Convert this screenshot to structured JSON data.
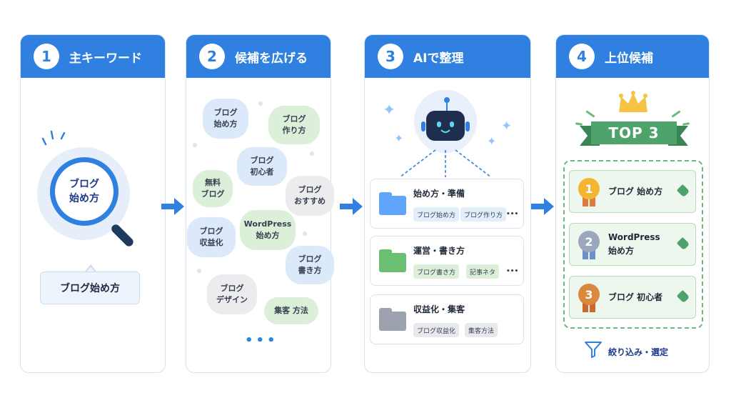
{
  "steps": [
    {
      "num": "1",
      "title": "主キーワード"
    },
    {
      "num": "2",
      "title": "候補を広げる"
    },
    {
      "num": "3",
      "title": "AIで整理"
    },
    {
      "num": "4",
      "title": "上位候補"
    }
  ],
  "step1": {
    "lens_line1": "ブログ",
    "lens_line2": "始め方",
    "callout": "ブログ始め方"
  },
  "step2": {
    "bubbles": [
      {
        "line1": "ブログ",
        "line2": "始め方"
      },
      {
        "line1": "ブログ",
        "line2": "作り方"
      },
      {
        "line1": "ブログ",
        "line2": "初心者"
      },
      {
        "line1": "無料",
        "line2": "ブログ"
      },
      {
        "line1": "ブログ",
        "line2": "おすすめ"
      },
      {
        "line1": "WordPress",
        "line2": "始め方"
      },
      {
        "line1": "ブログ",
        "line2": "収益化"
      },
      {
        "line1": "ブログ",
        "line2": "書き方"
      },
      {
        "line1": "ブログ",
        "line2": "デザイン"
      },
      {
        "line1": "集客 方法",
        "line2": ""
      }
    ],
    "more": "•••"
  },
  "step3": {
    "groups": [
      {
        "title": "始め方・準備",
        "chips": [
          "ブログ始め方",
          "ブログ作り方"
        ],
        "color": "#60a5fa"
      },
      {
        "title": "運営・書き方",
        "chips": [
          "ブログ書き方",
          "記事ネタ"
        ],
        "color": "#6bbf72"
      },
      {
        "title": "収益化・集客",
        "chips": [
          "ブログ収益化",
          "集客方法"
        ],
        "color": "#9ca3af"
      }
    ],
    "more": "•••"
  },
  "step4": {
    "badge": "TOP 3",
    "ranks": [
      {
        "medal": "1",
        "line1": "ブログ 始め方",
        "line2": "",
        "color": "#f2b632"
      },
      {
        "medal": "2",
        "line1": "WordPress",
        "line2": "始め方",
        "color": "#9aa7bd"
      },
      {
        "medal": "3",
        "line1": "ブログ 初心者",
        "line2": "",
        "color": "#d9893e"
      }
    ],
    "filter_label": "絞り込み・選定"
  },
  "colors": {
    "accent": "#2f80e0",
    "green": "#4ea36b"
  }
}
